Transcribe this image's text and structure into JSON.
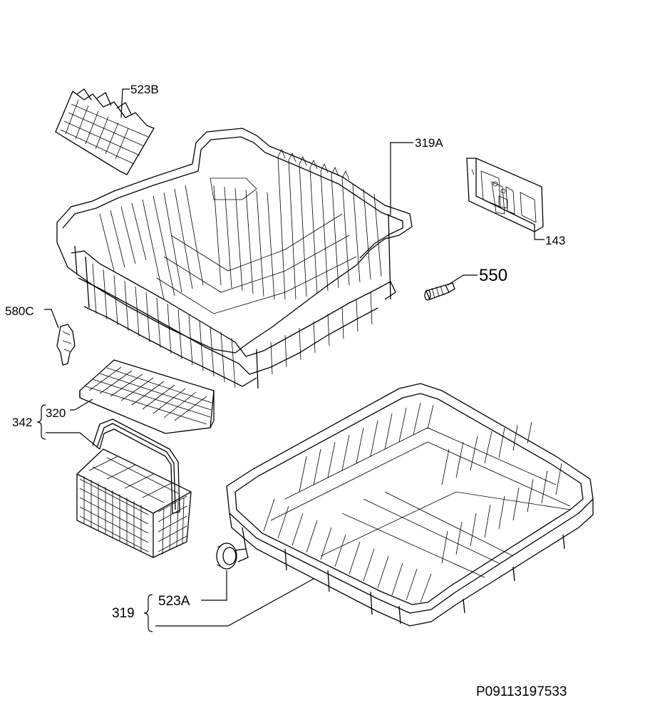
{
  "labels": {
    "l523B": "523B",
    "l319A": "319A",
    "l143": "143",
    "l550": "550",
    "l580C": "580C",
    "l320": "320",
    "l342": "342",
    "l523A": "523A",
    "l319": "319"
  },
  "code": "P09113197533"
}
